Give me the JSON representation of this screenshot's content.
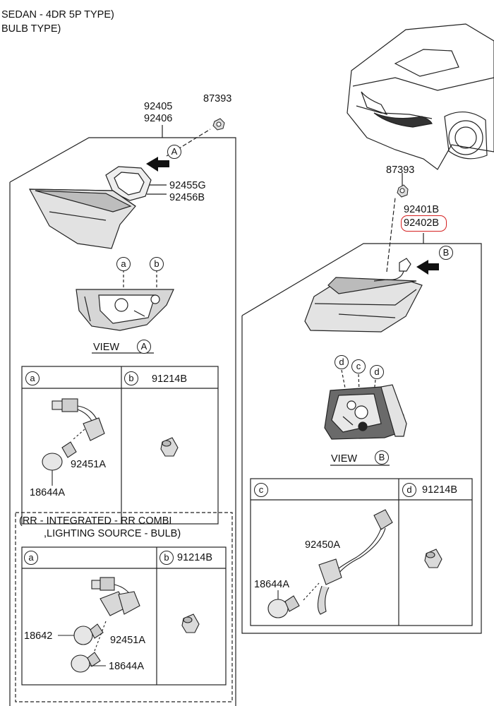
{
  "header": {
    "line1": "SEDAN - 4DR 5P TYPE)",
    "line2": "BULB TYPE)"
  },
  "left": {
    "part_a": "92405",
    "part_b": "92406",
    "nut": "87393",
    "gasket_a": "92455G",
    "gasket_b": "92456B",
    "view_label": "VIEW",
    "view_marker": "A",
    "callout_a": "a",
    "callout_b": "b",
    "table1": {
      "cell_a_marker": "a",
      "cell_b_marker": "b",
      "cell_b_part": "91214B",
      "socket_part": "92451A",
      "bulb_part": "18644A"
    },
    "integrated_title_1": "(RR - INTEGRATED - RR COMBI",
    "integrated_title_2": ",LIGHTING SOURCE - BULB)",
    "table2": {
      "cell_a_marker": "a",
      "cell_b_marker": "b",
      "cell_b_part": "91214B",
      "bulb_1": "18642",
      "socket_part": "92451A",
      "bulb_2": "18644A"
    }
  },
  "right": {
    "nut": "87393",
    "part_a": "92401B",
    "part_b": "92402B",
    "view_label": "VIEW",
    "view_marker": "B",
    "arrow_marker": "B",
    "callout_d1": "d",
    "callout_c": "c",
    "callout_d2": "d",
    "table": {
      "cell_c_marker": "c",
      "cell_d_marker": "d",
      "cell_d_part": "91214B",
      "socket_part": "92450A",
      "bulb_part": "18644A"
    }
  },
  "left_arrow_marker": "A",
  "colors": {
    "highlight": "#d42020",
    "lamp_fill": "#e3e3e3",
    "line": "#222222"
  }
}
